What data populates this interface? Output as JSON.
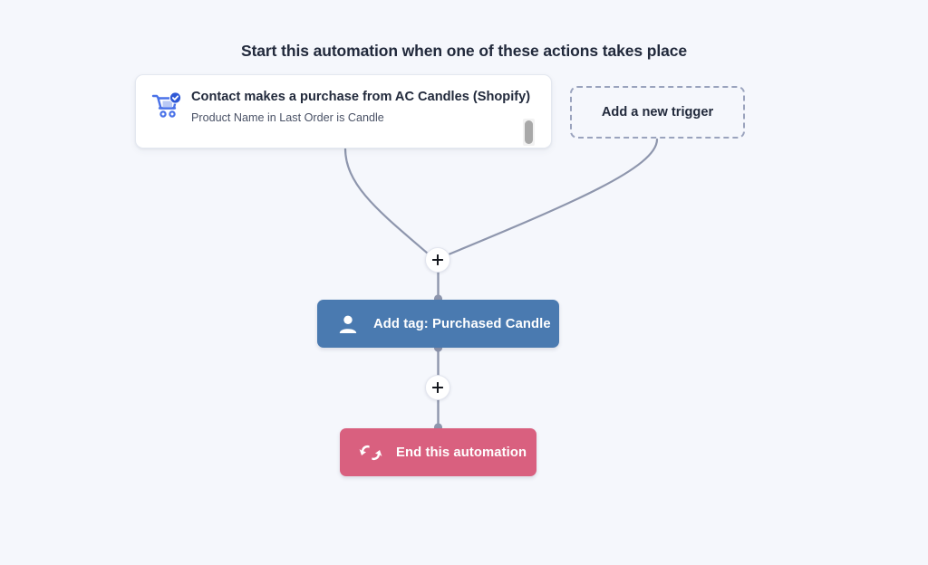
{
  "canvas": {
    "background_color": "#f5f7fc",
    "heading": "Start this automation when one of these actions takes place"
  },
  "triggers": {
    "card": {
      "icon": "shopping-cart-check-icon",
      "title": "Contact makes a purchase from AC Candles (Shopify)",
      "condition": "Product Name in Last Order is Candle",
      "has_scrollbar": true
    },
    "add_trigger_label": "Add a new trigger"
  },
  "flow": {
    "add_step_label": "+",
    "nodes": [
      {
        "id": "add-tag",
        "label": "Add tag: Purchased Candle",
        "icon": "person-icon",
        "color": "#4a7ab0"
      },
      {
        "id": "end-automation",
        "label": "End this automation",
        "icon": "end-arrows-icon",
        "color": "#d9607f"
      }
    ]
  },
  "colors": {
    "heading_text": "#222a3c",
    "connector_line": "#8e96ad",
    "trigger_icon": "#4a72e8",
    "node_blue": "#4a7ab0",
    "node_pink": "#d9607f",
    "dashed_border": "#9aa3bd"
  }
}
